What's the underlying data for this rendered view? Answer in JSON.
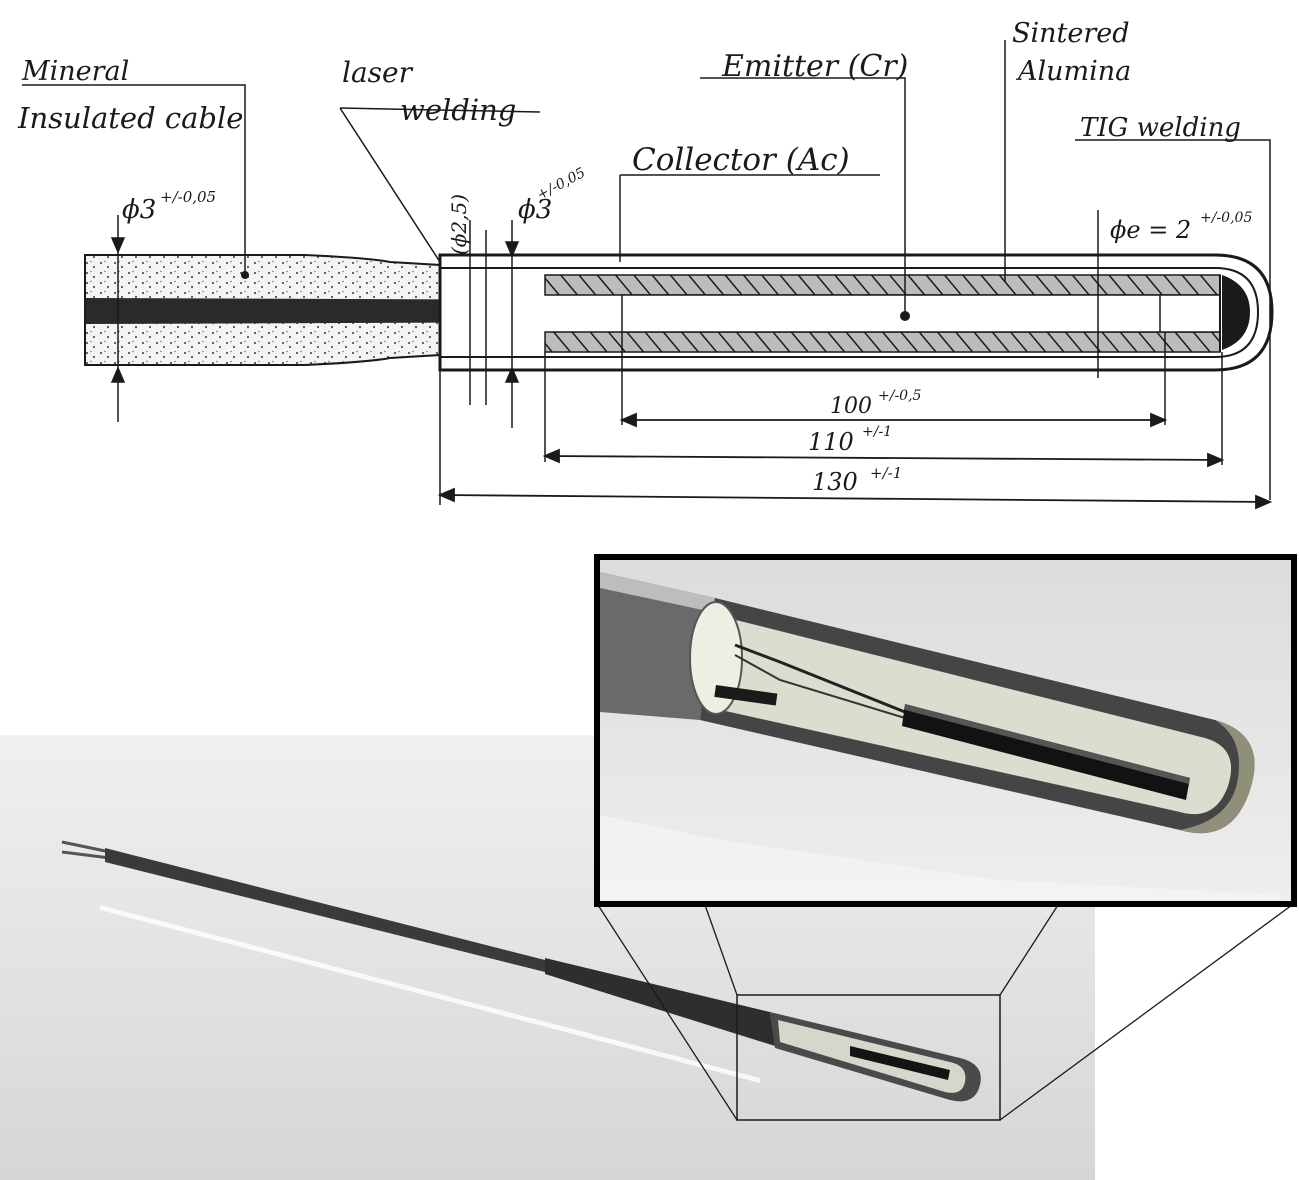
{
  "labels": {
    "mineral_line1": "Mineral",
    "mineral_line2": "Insulated cable",
    "laser_line1": "laser",
    "laser_line2": "welding",
    "emitter": "Emitter (Cr)",
    "sintered_line1": "Sintered",
    "sintered_line2": "Alumina",
    "collector": "Collector (Ac)",
    "tig": "TIG welding"
  },
  "dimensions": {
    "phi3_left": "ϕ3",
    "phi3_left_tol": "+/-0,05",
    "phi25": "(ϕ2,5)",
    "phi3_mid": "ϕ3",
    "phi3_mid_tol": "+/-0,05",
    "phie": "ϕe = 2",
    "phie_tol": "+/-0,05",
    "len100": "100",
    "len100_tol": "+/-0,5",
    "len110": "110",
    "len110_tol": "+/-1",
    "len130": "130",
    "len130_tol": "+/-1"
  },
  "colors": {
    "ink": "#1a1a1a",
    "render_bg": "#e6e6e6",
    "sheath": "#4a4a4a",
    "alumina": "#d8d8c8",
    "emitter": "#151515"
  }
}
